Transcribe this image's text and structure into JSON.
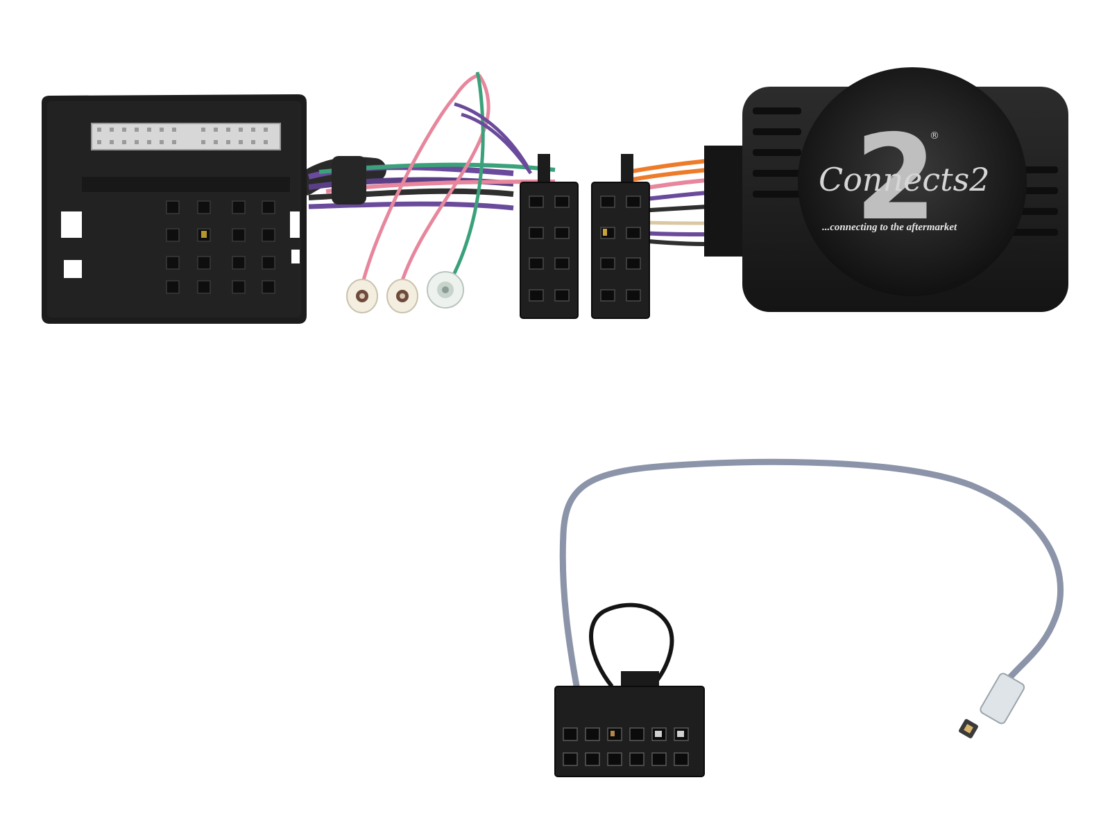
{
  "product": {
    "brand_logo": "Connects2",
    "brand_mark": "2",
    "registered_mark": "®",
    "tagline": "...connecting to the aftermarket"
  },
  "icons": {
    "quadlock": "quadlock-connector-icon",
    "iso": "iso-connector-icon",
    "interface": "interface-module-icon",
    "patch_lead": "patch-lead-connector-icon",
    "antenna": "antenna-plug-icon"
  },
  "colors": {
    "housing": "#1c1c1c",
    "background": "#ffffff",
    "wire_pink": "#e7869c",
    "wire_green": "#3aa17a",
    "wire_purple": "#6a4a9a",
    "wire_orange": "#ee7b2a",
    "cable_grey": "#8b94a8"
  }
}
